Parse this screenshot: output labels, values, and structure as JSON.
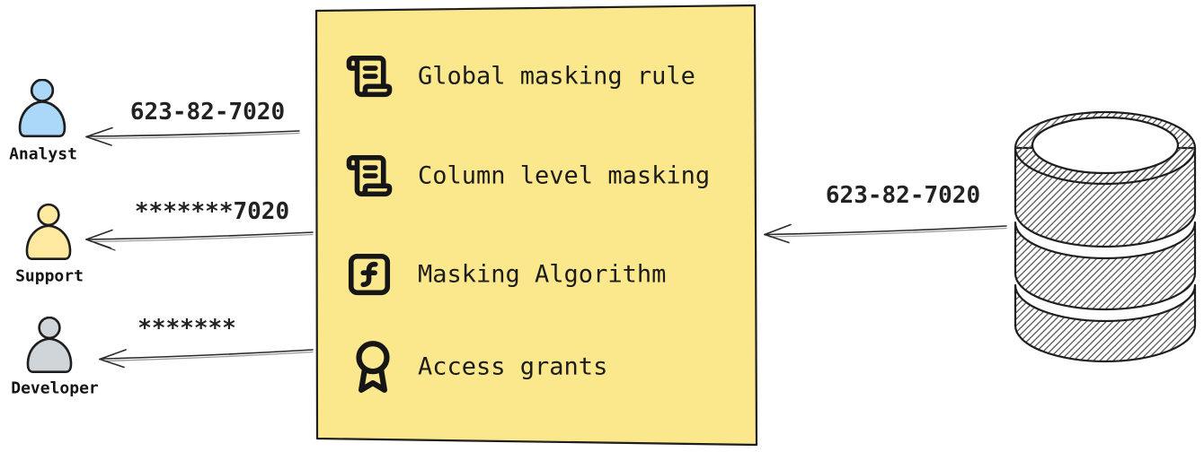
{
  "palette": {
    "ink": "#1e1e1e",
    "box_fill": "#fbe88d",
    "box_stroke": "#1e1e1e",
    "hatch": "#555555"
  },
  "policy_box": {
    "items": [
      {
        "icon": "scroll-text-icon",
        "label": "Global masking rule"
      },
      {
        "icon": "scroll-text-icon",
        "label": "Column level masking"
      },
      {
        "icon": "function-square-icon",
        "label": "Masking Algorithm"
      },
      {
        "icon": "award-icon",
        "label": "Access grants"
      }
    ]
  },
  "consumers": [
    {
      "label": "Analyst",
      "fill": "#abd7f8",
      "received_value": "623-82-7020"
    },
    {
      "label": "Support",
      "fill": "#ffe8a0",
      "received_value": "*******7020"
    },
    {
      "label": "Developer",
      "fill": "#d0d5da",
      "received_value": "*******"
    }
  ],
  "source": {
    "icon": "database-icon",
    "sent_value": "623-82-7020"
  }
}
